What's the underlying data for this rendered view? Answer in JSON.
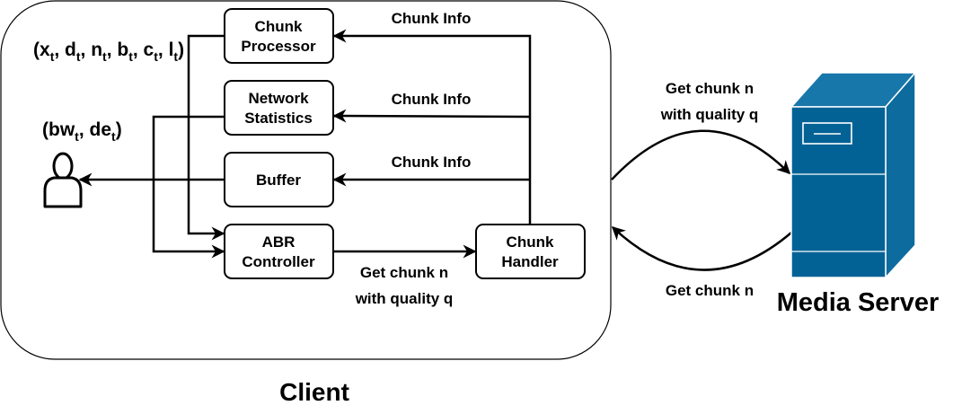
{
  "client": {
    "title": "Client"
  },
  "nodes": {
    "chunk_processor": [
      "Chunk",
      "Processor"
    ],
    "network_statistics": [
      "Network",
      "Statistics"
    ],
    "buffer": [
      "Buffer"
    ],
    "abr_controller": [
      "ABR",
      "Controller"
    ],
    "chunk_handler": [
      "Chunk",
      "Handler"
    ]
  },
  "edge_labels": {
    "info_to_processor": "Chunk Info",
    "info_to_network": "Chunk Info",
    "info_to_buffer": "Chunk Info",
    "abr_to_handler": [
      "Get chunk n",
      "with quality q"
    ],
    "client_to_server": [
      "Get chunk n",
      "with quality q"
    ],
    "server_to_client": "Get chunk n"
  },
  "state_vector": {
    "open": "(",
    "terms": [
      {
        "base": "x",
        "sub": "t"
      },
      {
        "base": "d",
        "sub": "t"
      },
      {
        "base": "n",
        "sub": "t"
      },
      {
        "base": "b",
        "sub": "t"
      },
      {
        "base": "c",
        "sub": "t"
      },
      {
        "base": "l",
        "sub": "t"
      }
    ],
    "close": ")"
  },
  "user_vector": {
    "open": "(",
    "terms": [
      {
        "base": "bw",
        "sub": "t"
      },
      {
        "base": "de",
        "sub": "t"
      }
    ],
    "close": ")"
  },
  "server": {
    "title": "Media Server"
  },
  "colors": {
    "server_front": "#036295",
    "server_side": "#0d6b9e",
    "server_top": "#1877aa",
    "stroke": "#000000"
  }
}
